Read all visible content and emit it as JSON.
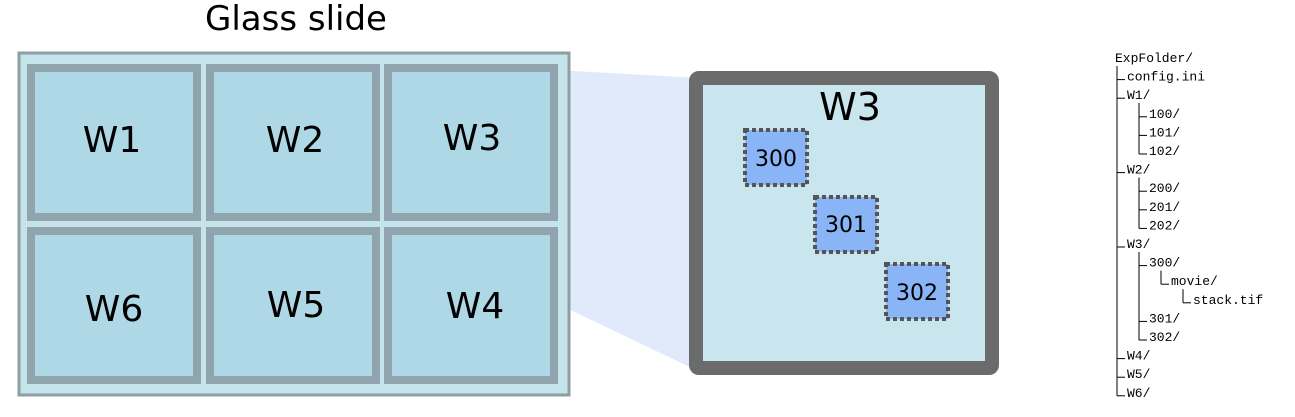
{
  "slide": {
    "title": "Glass slide",
    "wells": [
      {
        "id": "W1",
        "label": "W1"
      },
      {
        "id": "W2",
        "label": "W2"
      },
      {
        "id": "W3",
        "label": "W3"
      },
      {
        "id": "W6",
        "label": "W6"
      },
      {
        "id": "W5",
        "label": "W5"
      },
      {
        "id": "W4",
        "label": "W4"
      }
    ]
  },
  "zoom": {
    "title": "W3",
    "positions": [
      {
        "label": "300"
      },
      {
        "label": "301"
      },
      {
        "label": "302"
      }
    ]
  },
  "tree": {
    "lines": [
      {
        "text": "ExpFolder/",
        "depth": 0
      },
      {
        "text": "config.ini",
        "depth": 1
      },
      {
        "text": "W1/",
        "depth": 1
      },
      {
        "text": "100/",
        "depth": 2
      },
      {
        "text": "101/",
        "depth": 2
      },
      {
        "text": "102/",
        "depth": 2
      },
      {
        "text": "W2/",
        "depth": 1
      },
      {
        "text": "200/",
        "depth": 2
      },
      {
        "text": "201/",
        "depth": 2
      },
      {
        "text": "202/",
        "depth": 2
      },
      {
        "text": "W3/",
        "depth": 1
      },
      {
        "text": "300/",
        "depth": 2
      },
      {
        "text": "movie/",
        "depth": 3
      },
      {
        "text": "stack.tif",
        "depth": 4
      },
      {
        "text": "301/",
        "depth": 2
      },
      {
        "text": "302/",
        "depth": 2
      },
      {
        "text": "W4/",
        "depth": 1
      },
      {
        "text": "W5/",
        "depth": 1
      },
      {
        "text": "W6/",
        "depth": 1
      }
    ]
  },
  "colors": {
    "well_fill": "#aed8e6",
    "well_border": "#8fa4ac",
    "slide_fill": "#c5e3ea",
    "slide_border": "#8e9ea3",
    "zoom_fill": "#c9e6ee",
    "zoom_border": "#6b6b6b",
    "position_fill": "#89b4f5",
    "position_border": "#555555",
    "projection": "#c8d8f8"
  }
}
